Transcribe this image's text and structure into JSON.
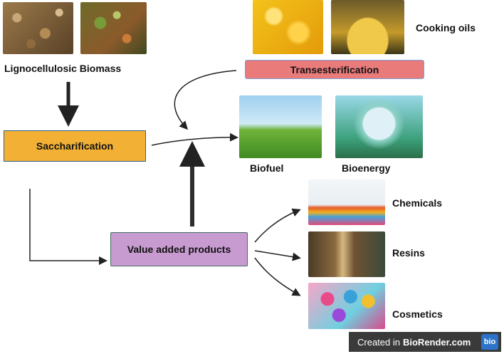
{
  "sources": {
    "lignocellulosic_label": "Lignocellulosic Biomass",
    "cooking_oils_label": "Cooking oils"
  },
  "processes": {
    "saccharification": "Saccharification",
    "transesterification": "Transesterification",
    "value_added": "Value added products"
  },
  "outputs": {
    "biofuel": "Biofuel",
    "bioenergy": "Bioenergy",
    "chemicals": "Chemicals",
    "resins": "Resins",
    "cosmetics": "Cosmetics"
  },
  "watermark": {
    "prefix": "Created in",
    "brand": "BioRender.com",
    "badge": "bio"
  },
  "colors": {
    "saccharification_fill": "#f2b134",
    "transesterification_fill": "#e97b7b",
    "value_added_fill": "#c79ad0",
    "arrow": "#222222"
  }
}
